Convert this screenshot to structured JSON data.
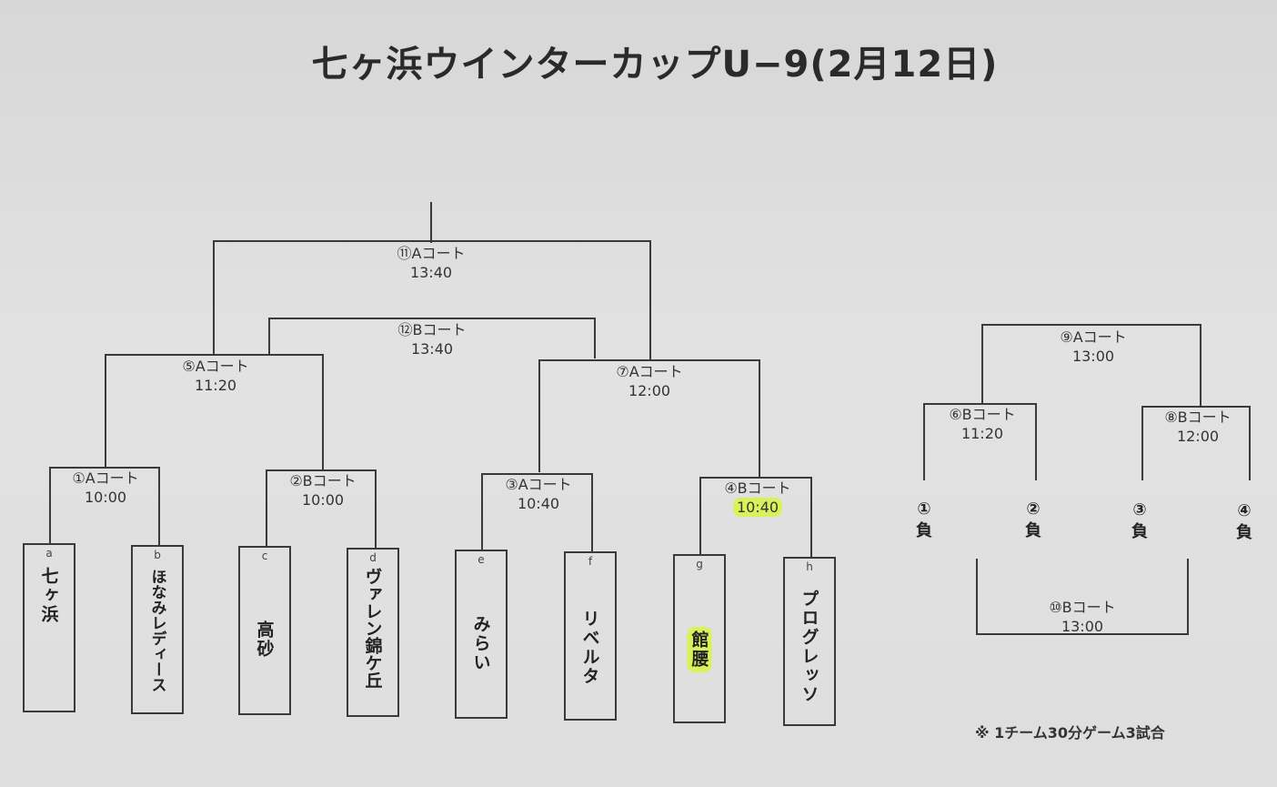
{
  "title": "七ヶ浜ウインターカップU−9(2月12日)",
  "teams": [
    {
      "key": "a",
      "name": "七ヶ浜"
    },
    {
      "key": "b",
      "name": "ほなみレディース"
    },
    {
      "key": "c",
      "name": "高砂"
    },
    {
      "key": "d",
      "name": "ヴァレン錦ケ丘"
    },
    {
      "key": "e",
      "name": "みらい"
    },
    {
      "key": "f",
      "name": "リベルタ"
    },
    {
      "key": "g",
      "name": "館腰"
    },
    {
      "key": "h",
      "name": "プログレッソ"
    }
  ],
  "matches": {
    "m1": {
      "court": "①Aコート",
      "time": "10:00"
    },
    "m2": {
      "court": "②Bコート",
      "time": "10:00"
    },
    "m3": {
      "court": "③Aコート",
      "time": "10:40"
    },
    "m4": {
      "court": "④Bコート",
      "time": "10:40"
    },
    "m5": {
      "court": "⑤Aコート",
      "time": "11:20"
    },
    "m6": {
      "court": "⑥Bコート",
      "time": "11:20"
    },
    "m7": {
      "court": "⑦Aコート",
      "time": "12:00"
    },
    "m8": {
      "court": "⑧Bコート",
      "time": "12:00"
    },
    "m9": {
      "court": "⑨Aコート",
      "time": "13:00"
    },
    "m10": {
      "court": "⑩Bコート",
      "time": "13:00"
    },
    "m11": {
      "court": "⑪Aコート",
      "time": "13:40"
    },
    "m12": {
      "court": "⑫Bコート",
      "time": "13:40"
    }
  },
  "losers": [
    {
      "num": "①",
      "label": "負"
    },
    {
      "num": "②",
      "label": "負"
    },
    {
      "num": "③",
      "label": "負"
    },
    {
      "num": "④",
      "label": "負"
    }
  ],
  "note": "※ 1チーム30分ゲーム3試合",
  "colors": {
    "line": "#3a3a3a",
    "highlight": "#d9f25a",
    "paper": "#dedede"
  }
}
